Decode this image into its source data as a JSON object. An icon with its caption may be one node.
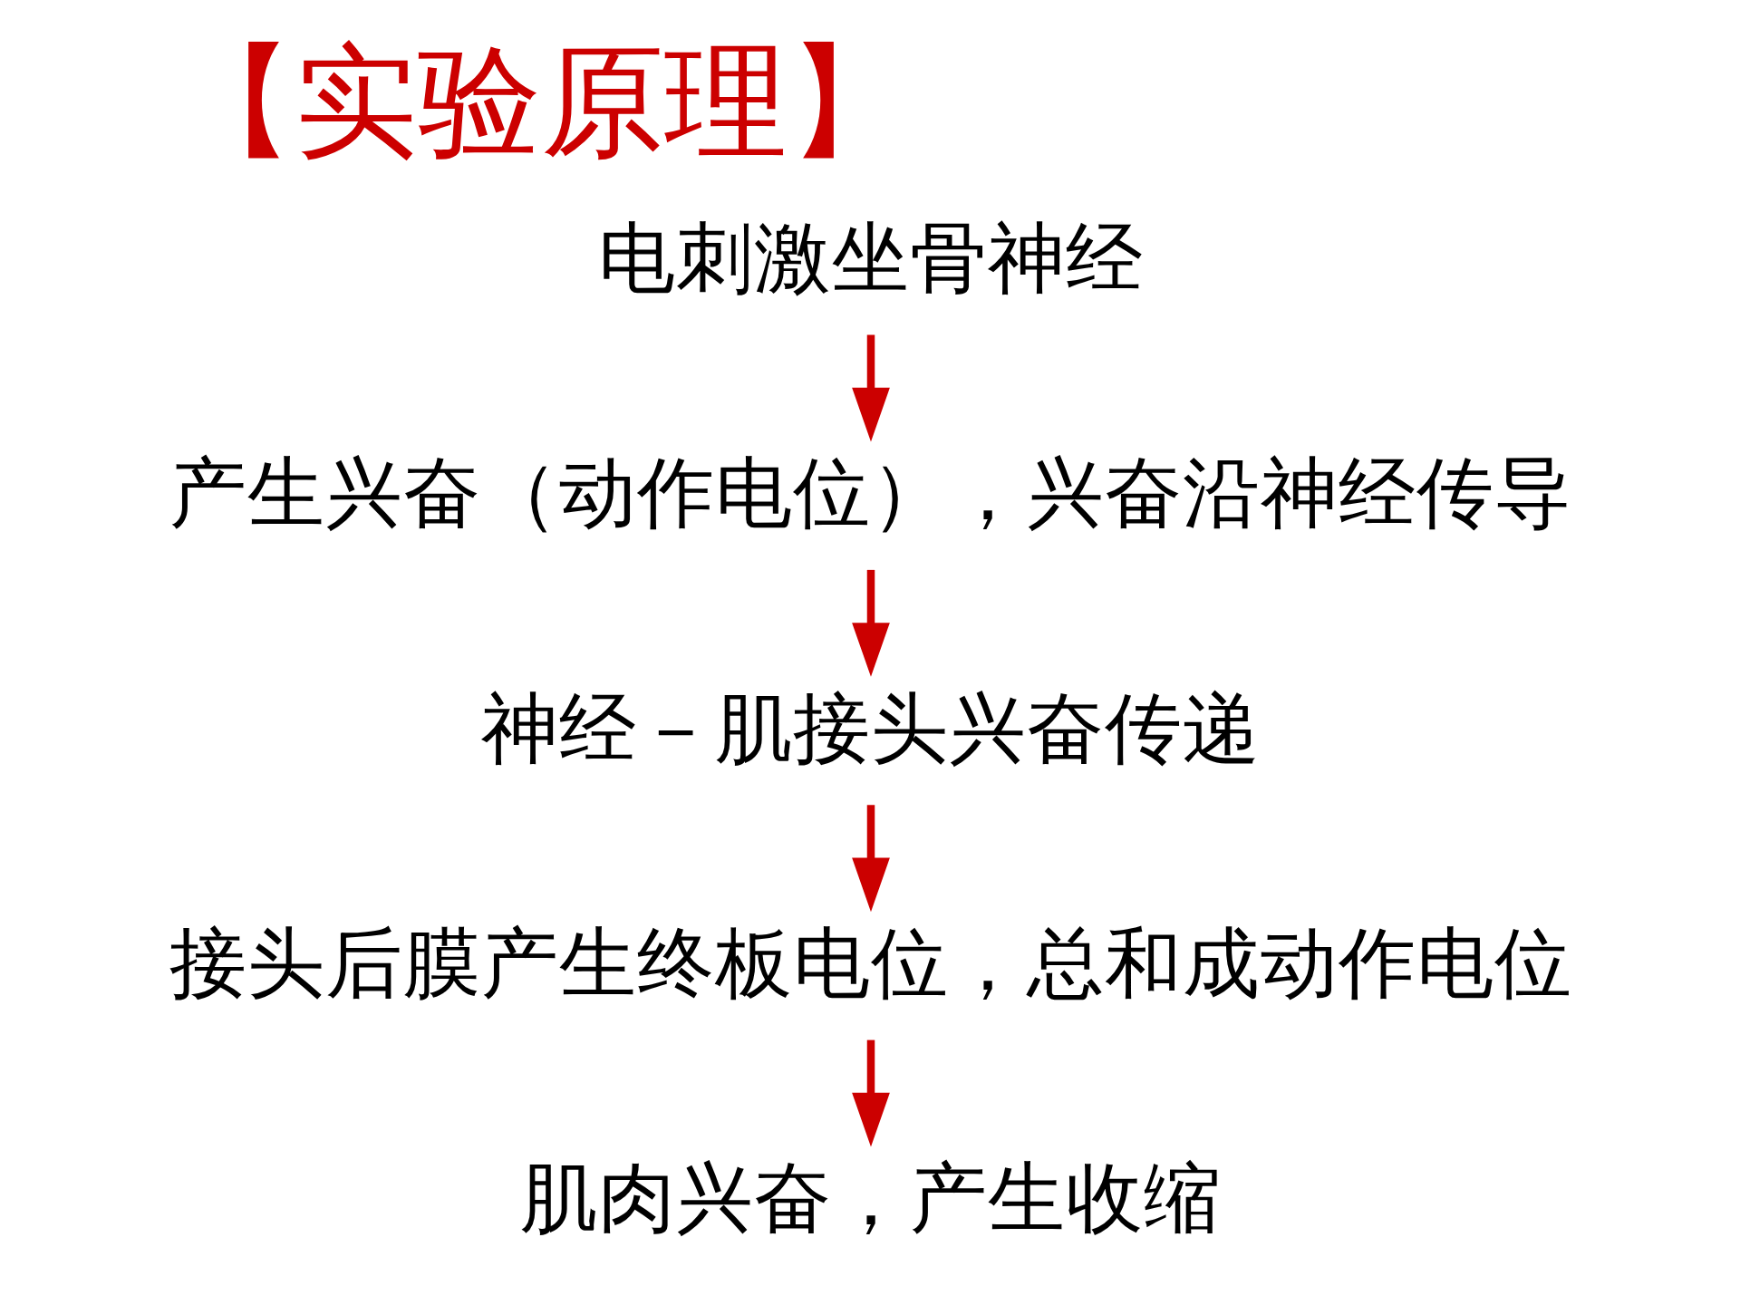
{
  "diagram": {
    "title": "【实验原理】",
    "nodes": [
      {
        "text": [
          "电刺激坐骨神经"
        ]
      },
      {
        "text": [
          "产生兴奋（动作电位），兴奋沿神经传导"
        ]
      },
      {
        "text": [
          "神经－肌接头兴奋传递"
        ]
      },
      {
        "text": [
          "接头后膜产生终板电位，总和成动作电位"
        ]
      },
      {
        "text": [
          "肌肉兴奋，产生收缩"
        ]
      }
    ],
    "edges": [
      {
        "from": 0,
        "to": 1,
        "arrow": "to"
      },
      {
        "from": 1,
        "to": 2,
        "arrow": "to"
      },
      {
        "from": 2,
        "to": 3,
        "arrow": "to"
      },
      {
        "from": 3,
        "to": 4,
        "arrow": "to"
      }
    ]
  }
}
